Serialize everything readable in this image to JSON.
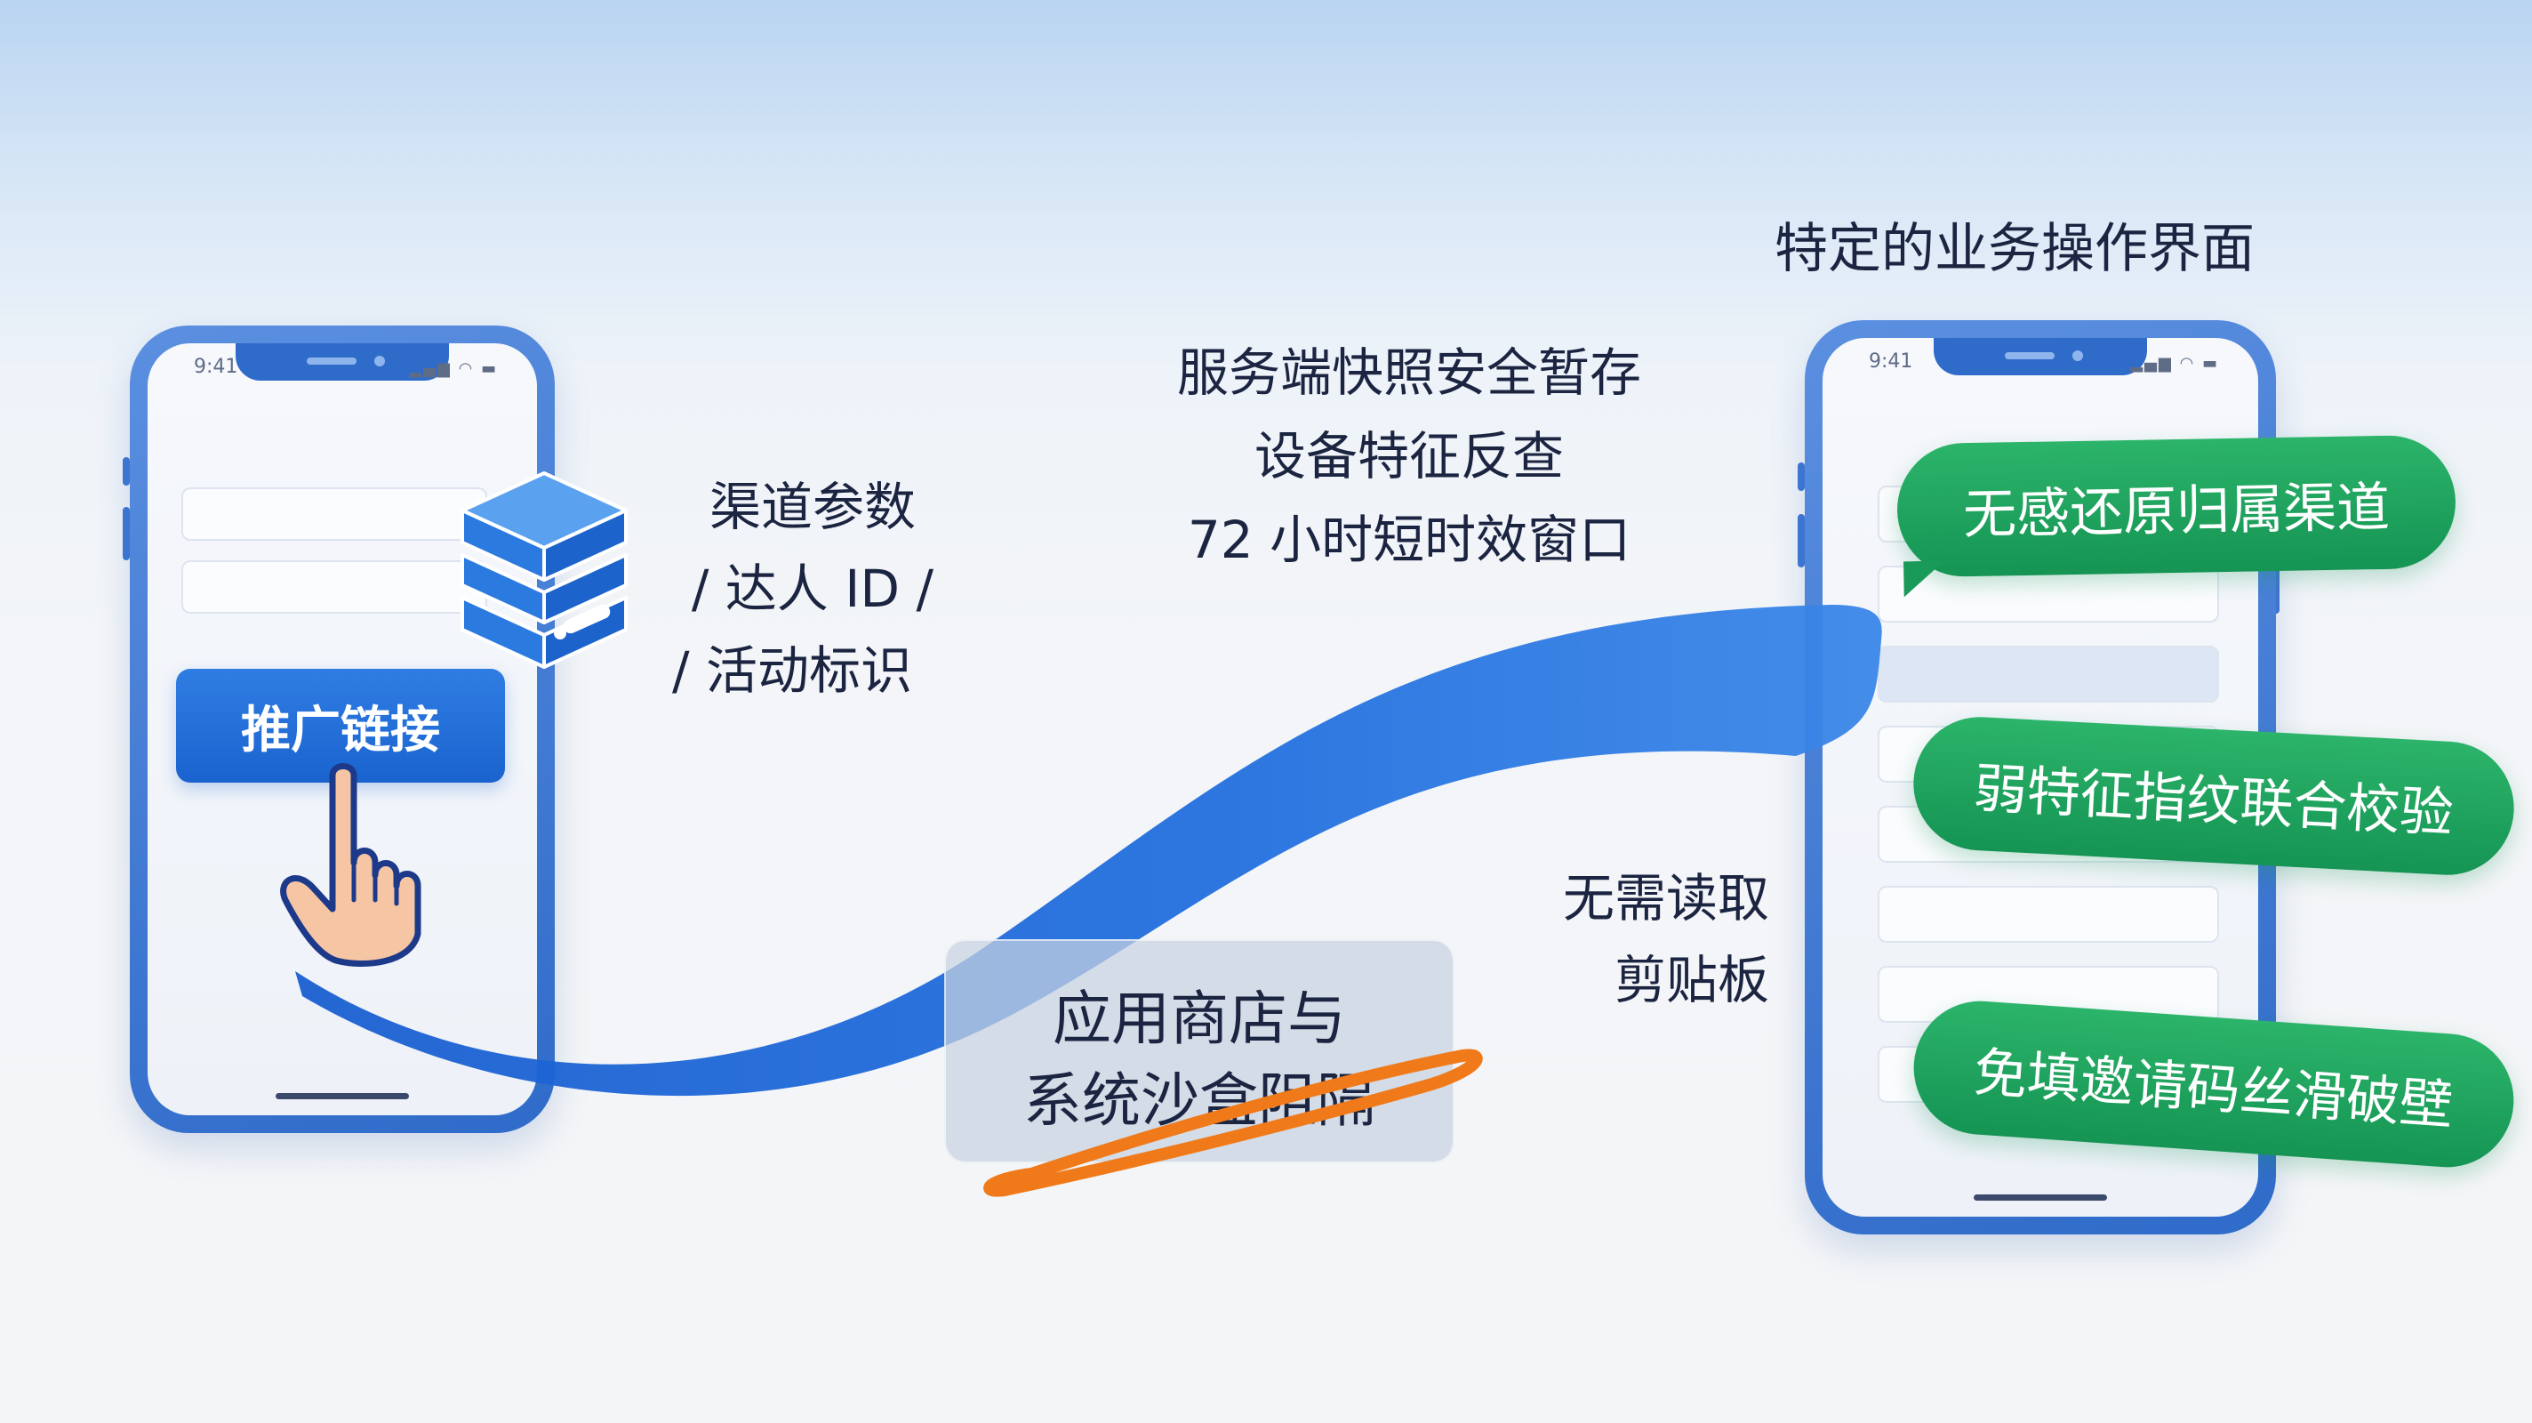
{
  "left_phone": {
    "status_time": "9:41",
    "button_label": "推广链接"
  },
  "right_phone": {
    "status_time": "9:41",
    "title": "特定的业务操作界面"
  },
  "params_label": {
    "line1": "渠道参数",
    "line2": "/ 达人 ID /",
    "line3": "/ 活动标识"
  },
  "server_label": {
    "line1": "服务端快照安全暂存",
    "line2": "设备特征反查",
    "line3": "72 小时短时效窗口"
  },
  "sandbox_label": {
    "line1": "应用商店与",
    "line2": "系统沙盒阻隔"
  },
  "clipboard_label": {
    "line1": "无需读取",
    "line2": "剪贴板"
  },
  "pills": [
    {
      "label": "无感还原归属渠道"
    },
    {
      "label": "弱特征指纹联合校验"
    },
    {
      "label": "免填邀请码丝滑破壁"
    }
  ],
  "colors": {
    "flow_blue": "#1f66d6",
    "pill_green": "#1aa35f",
    "strike_orange": "#f07a1a",
    "phone_frame": "#3a76d0"
  },
  "icons": {
    "data_stack": "database-stack-icon",
    "hand": "pointing-hand-icon"
  }
}
